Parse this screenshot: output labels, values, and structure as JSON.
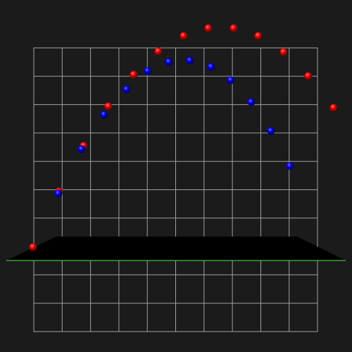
{
  "scene": {
    "background_color": "#1b1b1b",
    "grid_color": "#a0a0a0",
    "ground_color": "#000000",
    "ground_edge_color": "#3fbf3f",
    "grid": {
      "columns": 10,
      "rows": 10
    }
  },
  "series": [
    {
      "id": "red",
      "color": "#e00000",
      "highlight": "#ff7a7a",
      "shade": "#6a0000",
      "points": [
        [
          47,
          351
        ],
        [
          84,
          272
        ],
        [
          119,
          207
        ],
        [
          154,
          151
        ],
        [
          190,
          106
        ],
        [
          225,
          73
        ],
        [
          261,
          51
        ],
        [
          296,
          40
        ],
        [
          332,
          40
        ],
        [
          367,
          51
        ],
        [
          403,
          74
        ],
        [
          438,
          108
        ],
        [
          474,
          153
        ]
      ]
    },
    {
      "id": "blue",
      "color": "#0000d8",
      "highlight": "#6a6aff",
      "shade": "#00006a",
      "points": [
        [
          83,
          275
        ],
        [
          116,
          212
        ],
        [
          148,
          163
        ],
        [
          180,
          127
        ],
        [
          210,
          101
        ],
        [
          240,
          88
        ],
        [
          270,
          86
        ],
        [
          300,
          95
        ],
        [
          328,
          114
        ],
        [
          357,
          145
        ],
        [
          385,
          186
        ],
        [
          412,
          236
        ]
      ]
    }
  ]
}
